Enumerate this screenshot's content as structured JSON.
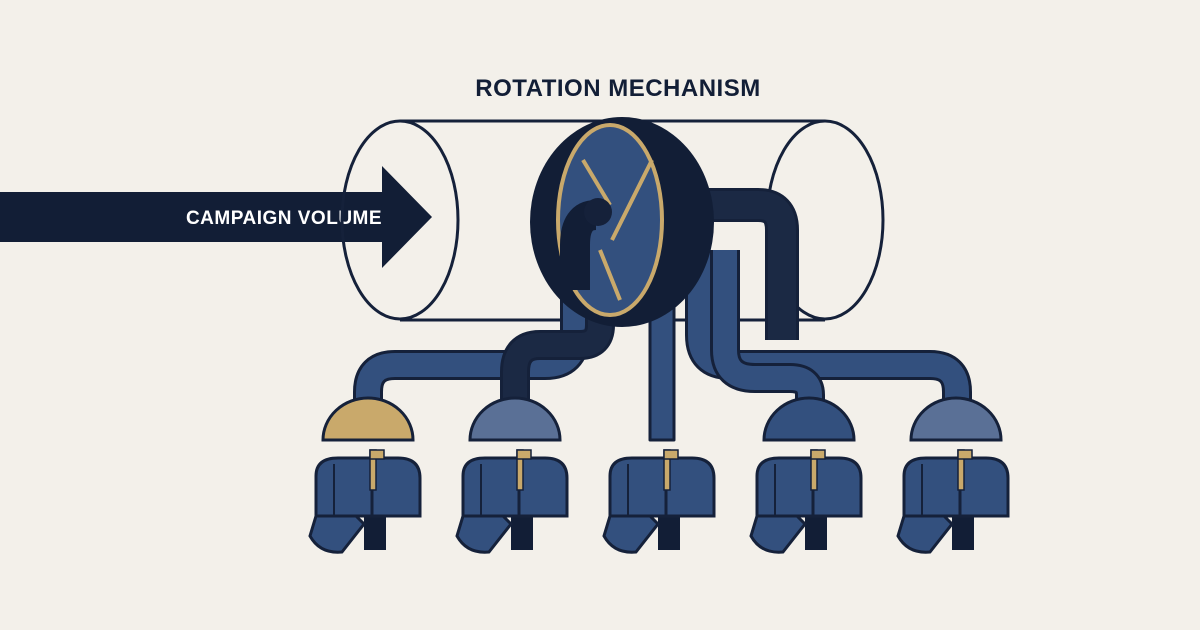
{
  "diagram": {
    "title": "ROTATION MECHANISM",
    "input_label": "CAMPAIGN VOLUME",
    "mailbox_count": 5,
    "highlighted_mailbox": 1
  },
  "colors": {
    "background": "#f3f0ea",
    "navy": "#121e36",
    "blue": "#33507e",
    "blue_light": "#5a7096",
    "gold": "#c9a96b",
    "outline": "#15213a"
  }
}
